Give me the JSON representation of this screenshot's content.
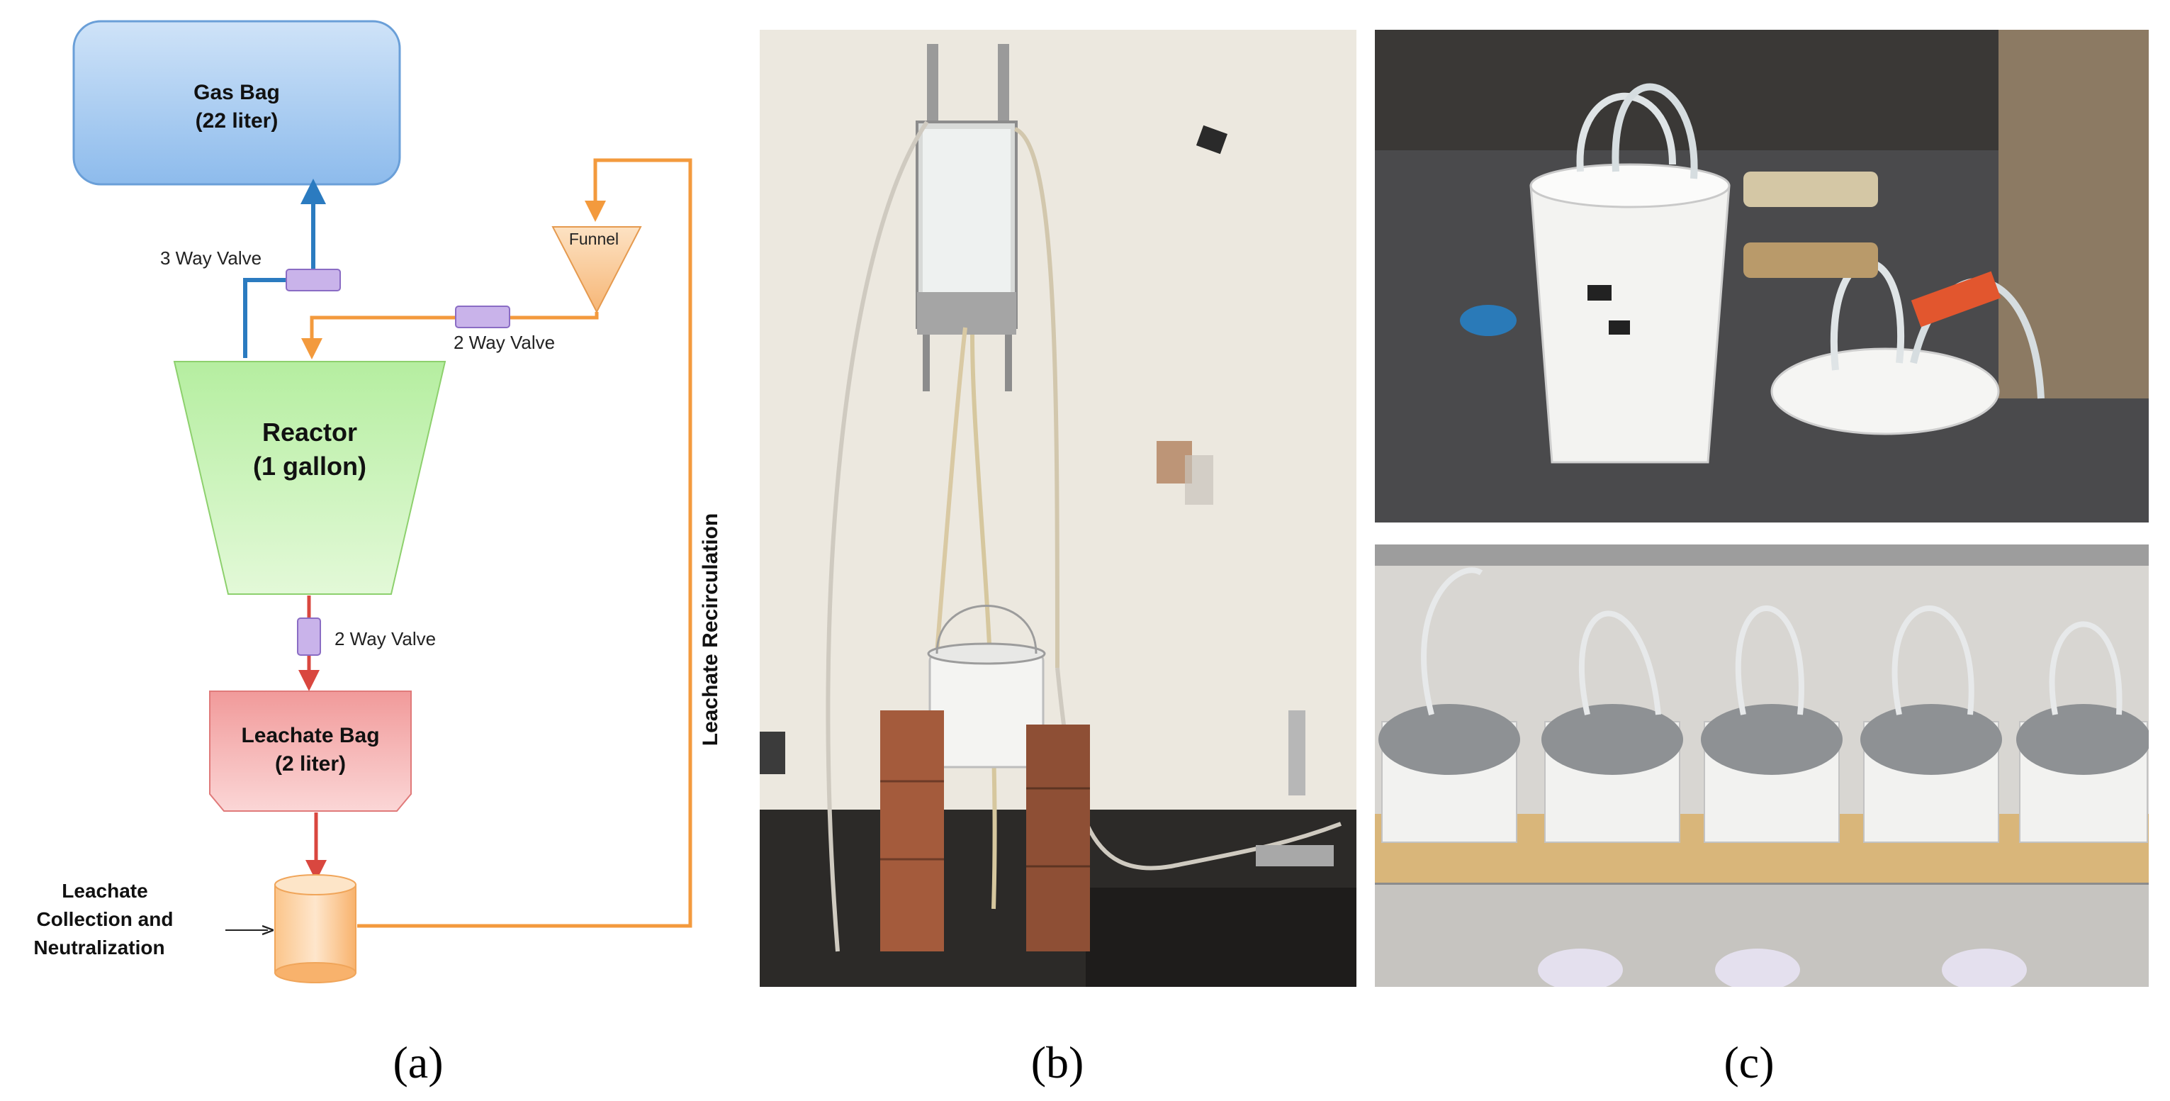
{
  "panel_a": {
    "gas_bag": {
      "line1": "Gas Bag",
      "line2": "(22 liter)"
    },
    "three_way_valve": "3 Way Valve",
    "funnel": "Funnel",
    "two_way_valve_top": "2 Way Valve",
    "reactor": {
      "line1": "Reactor",
      "line2": "(1 gallon)"
    },
    "two_way_valve_bottom": "2 Way Valve",
    "leachate_bag": {
      "line1": "Leachate Bag",
      "line2": "(2 liter)"
    },
    "collection": {
      "line1": "Leachate",
      "line2": "Collection and",
      "line3": "Neutralization"
    },
    "recirculation": "Leachate Recirculation",
    "colors": {
      "gas": "#2b7bc0",
      "leachate": "#d9473f",
      "recirculation": "#f39a3d",
      "valve": "#c9b3ea",
      "gas_bag": "#a9cdf2",
      "reactor": "#c9f2b2",
      "leachate_bag": "#f6b2b2",
      "funnel": "#fbcf9c"
    }
  },
  "captions": {
    "a": "(a)",
    "b": "(b)",
    "c": "(c)"
  }
}
